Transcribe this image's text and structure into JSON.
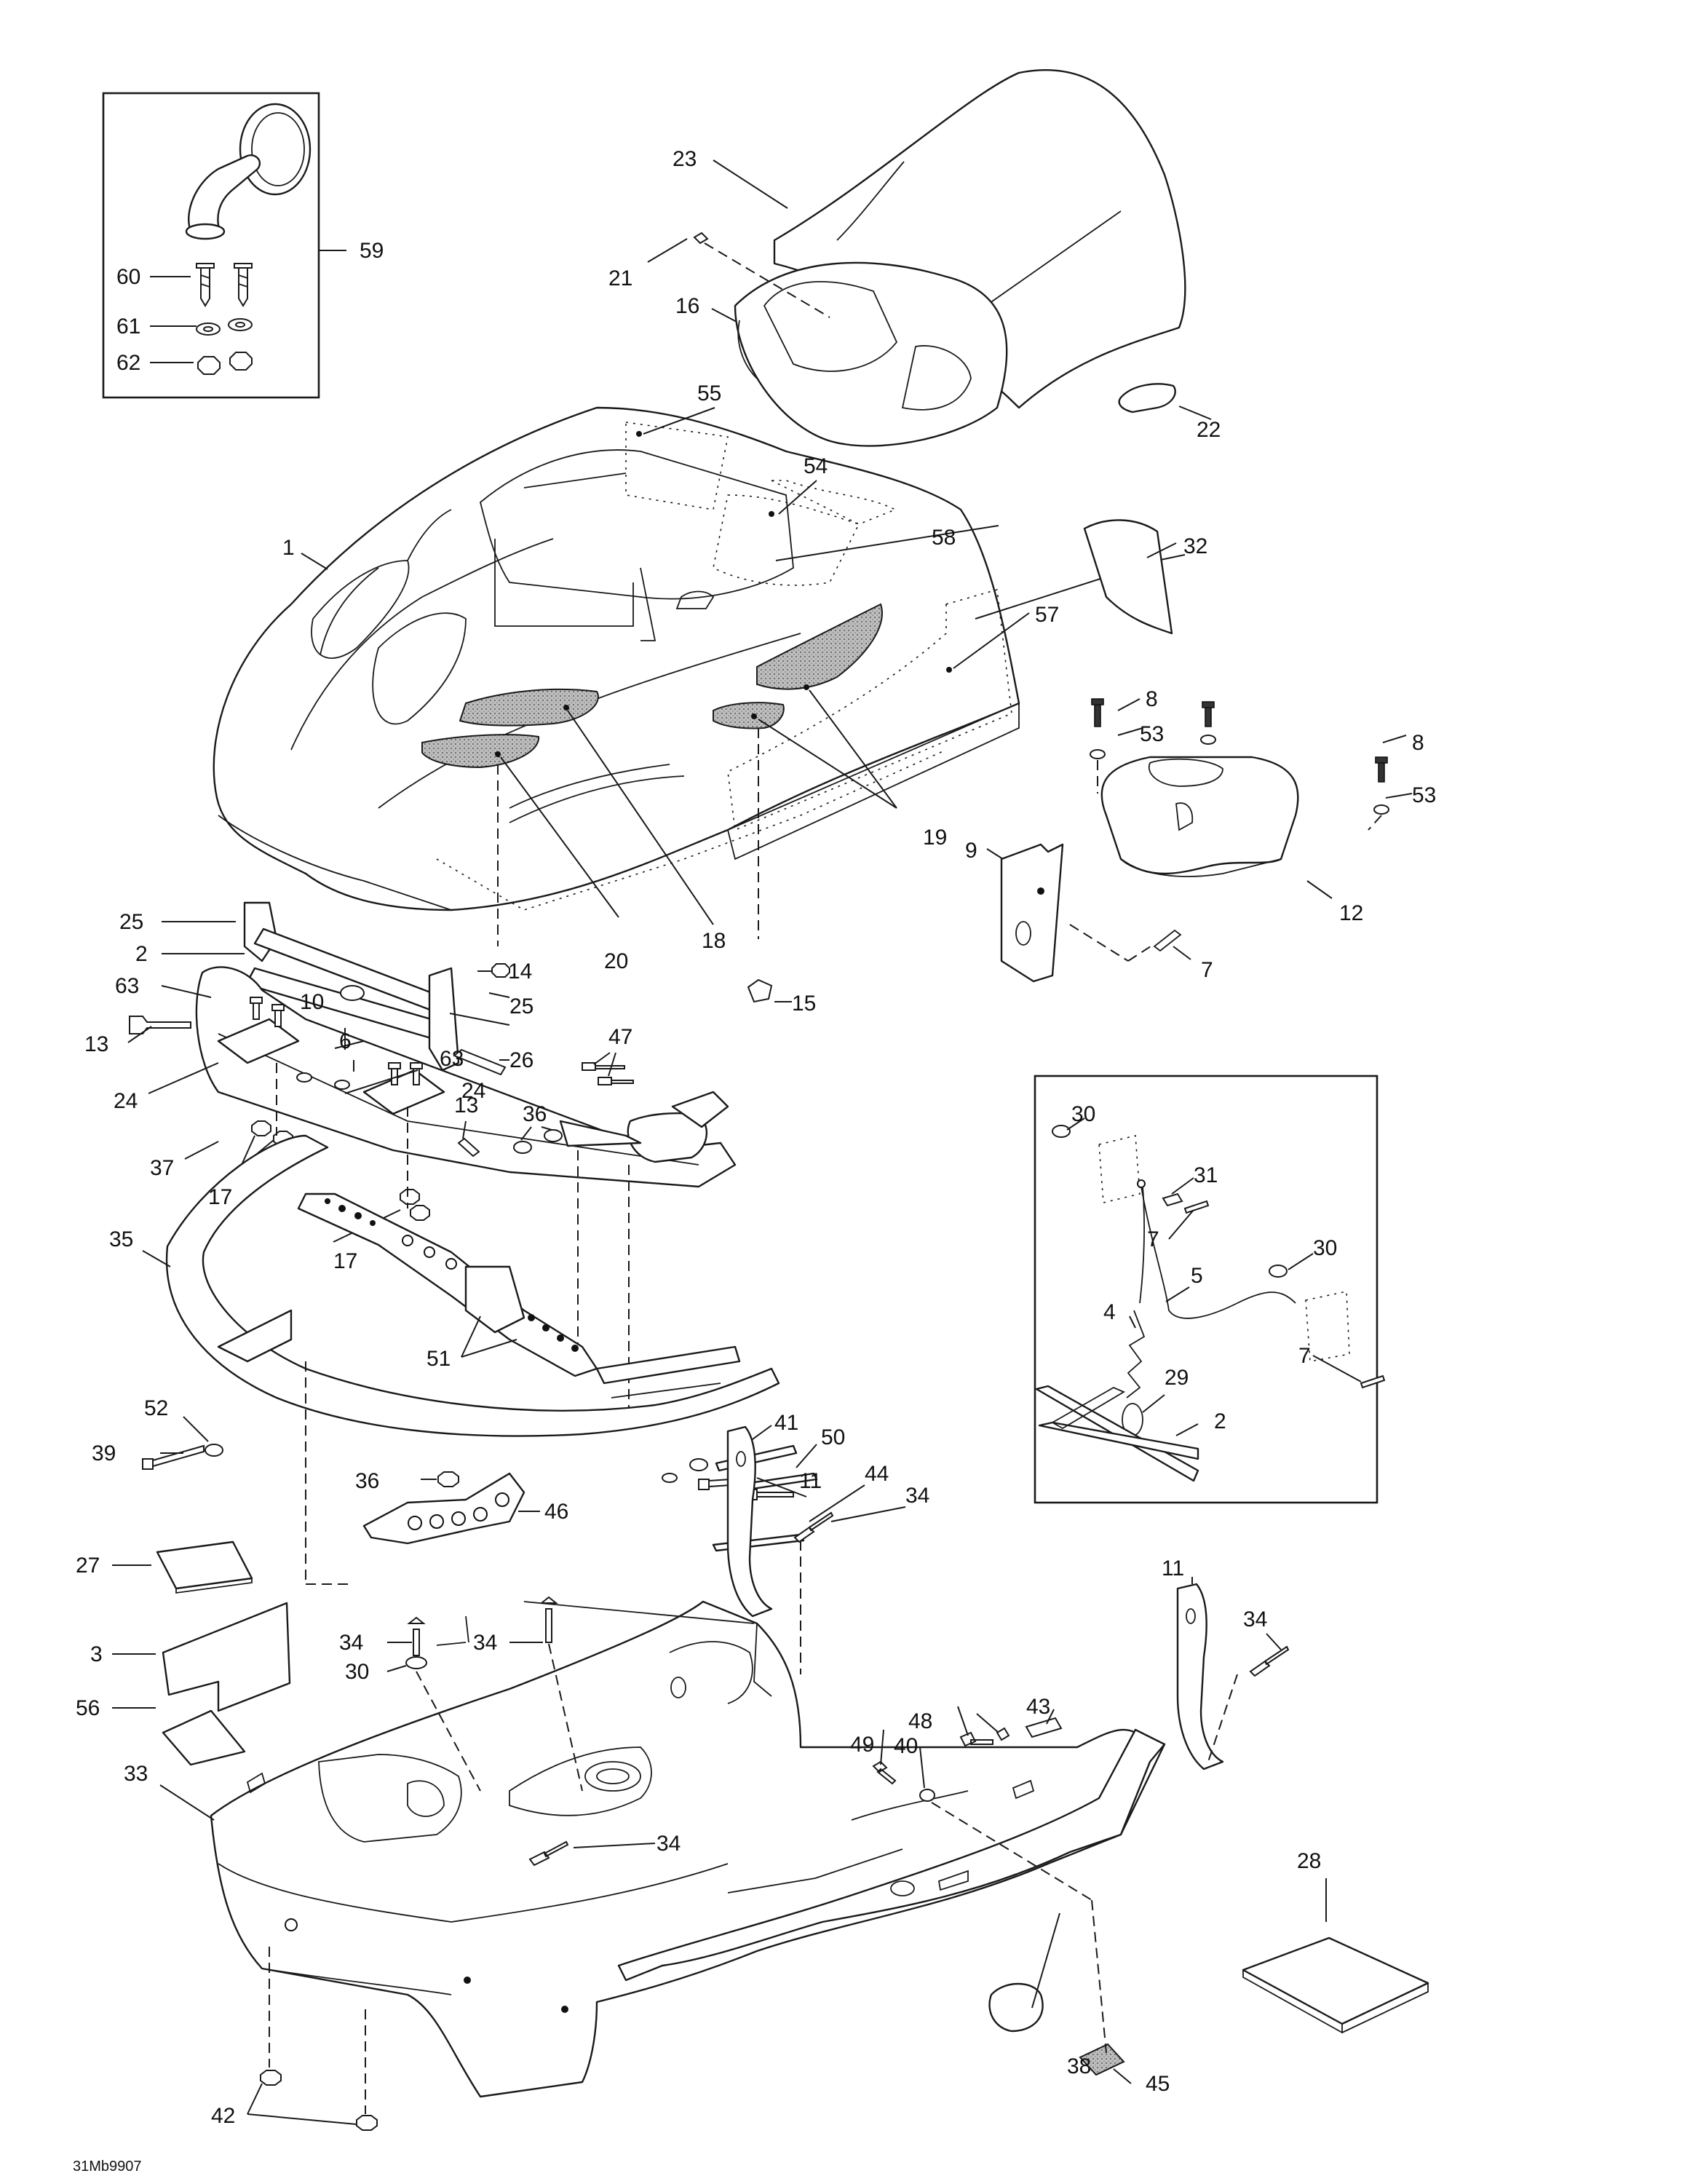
{
  "drawing_code": "31Mb9907",
  "callouts": [
    {
      "id": "c1",
      "text": "1"
    },
    {
      "id": "c2a",
      "text": "2"
    },
    {
      "id": "c2b",
      "text": "2"
    },
    {
      "id": "c3",
      "text": "3"
    },
    {
      "id": "c4",
      "text": "4"
    },
    {
      "id": "c5",
      "text": "5"
    },
    {
      "id": "c6",
      "text": "6"
    },
    {
      "id": "c7a",
      "text": "7"
    },
    {
      "id": "c7b",
      "text": "7"
    },
    {
      "id": "c7c",
      "text": "7"
    },
    {
      "id": "c8a",
      "text": "8"
    },
    {
      "id": "c8b",
      "text": "8"
    },
    {
      "id": "c9",
      "text": "9"
    },
    {
      "id": "c10",
      "text": "10"
    },
    {
      "id": "c11a",
      "text": "11"
    },
    {
      "id": "c11b",
      "text": "11"
    },
    {
      "id": "c12",
      "text": "12"
    },
    {
      "id": "c13a",
      "text": "13"
    },
    {
      "id": "c13b",
      "text": "13"
    },
    {
      "id": "c14",
      "text": "14"
    },
    {
      "id": "c15",
      "text": "15"
    },
    {
      "id": "c16",
      "text": "16"
    },
    {
      "id": "c17a",
      "text": "17"
    },
    {
      "id": "c17b",
      "text": "17"
    },
    {
      "id": "c18",
      "text": "18"
    },
    {
      "id": "c19",
      "text": "19"
    },
    {
      "id": "c20",
      "text": "20"
    },
    {
      "id": "c21",
      "text": "21"
    },
    {
      "id": "c22",
      "text": "22"
    },
    {
      "id": "c23",
      "text": "23"
    },
    {
      "id": "c24a",
      "text": "24"
    },
    {
      "id": "c24b",
      "text": "24"
    },
    {
      "id": "c25a",
      "text": "25"
    },
    {
      "id": "c25b",
      "text": "25"
    },
    {
      "id": "c26",
      "text": "26"
    },
    {
      "id": "c27",
      "text": "27"
    },
    {
      "id": "c28",
      "text": "28"
    },
    {
      "id": "c29",
      "text": "29"
    },
    {
      "id": "c30a",
      "text": "30"
    },
    {
      "id": "c30b",
      "text": "30"
    },
    {
      "id": "c30c",
      "text": "30"
    },
    {
      "id": "c31",
      "text": "31"
    },
    {
      "id": "c32",
      "text": "32"
    },
    {
      "id": "c33",
      "text": "33"
    },
    {
      "id": "c34a",
      "text": "34"
    },
    {
      "id": "c34b",
      "text": "34"
    },
    {
      "id": "c34c",
      "text": "34"
    },
    {
      "id": "c34d",
      "text": "34"
    },
    {
      "id": "c34e",
      "text": "34"
    },
    {
      "id": "c35",
      "text": "35"
    },
    {
      "id": "c36a",
      "text": "36"
    },
    {
      "id": "c36b",
      "text": "36"
    },
    {
      "id": "c37",
      "text": "37"
    },
    {
      "id": "c38",
      "text": "38"
    },
    {
      "id": "c39",
      "text": "39"
    },
    {
      "id": "c40",
      "text": "40"
    },
    {
      "id": "c41",
      "text": "41"
    },
    {
      "id": "c42",
      "text": "42"
    },
    {
      "id": "c43",
      "text": "43"
    },
    {
      "id": "c44",
      "text": "44"
    },
    {
      "id": "c45",
      "text": "45"
    },
    {
      "id": "c46",
      "text": "46"
    },
    {
      "id": "c47",
      "text": "47"
    },
    {
      "id": "c48",
      "text": "48"
    },
    {
      "id": "c49",
      "text": "49"
    },
    {
      "id": "c50",
      "text": "50"
    },
    {
      "id": "c51",
      "text": "51"
    },
    {
      "id": "c52",
      "text": "52"
    },
    {
      "id": "c53a",
      "text": "53"
    },
    {
      "id": "c53b",
      "text": "53"
    },
    {
      "id": "c54",
      "text": "54"
    },
    {
      "id": "c55",
      "text": "55"
    },
    {
      "id": "c56",
      "text": "56"
    },
    {
      "id": "c57",
      "text": "57"
    },
    {
      "id": "c58",
      "text": "58"
    },
    {
      "id": "c59",
      "text": "59"
    },
    {
      "id": "c60",
      "text": "60"
    },
    {
      "id": "c61",
      "text": "61"
    },
    {
      "id": "c62",
      "text": "62"
    },
    {
      "id": "c63a",
      "text": "63"
    },
    {
      "id": "c63b",
      "text": "63"
    }
  ]
}
